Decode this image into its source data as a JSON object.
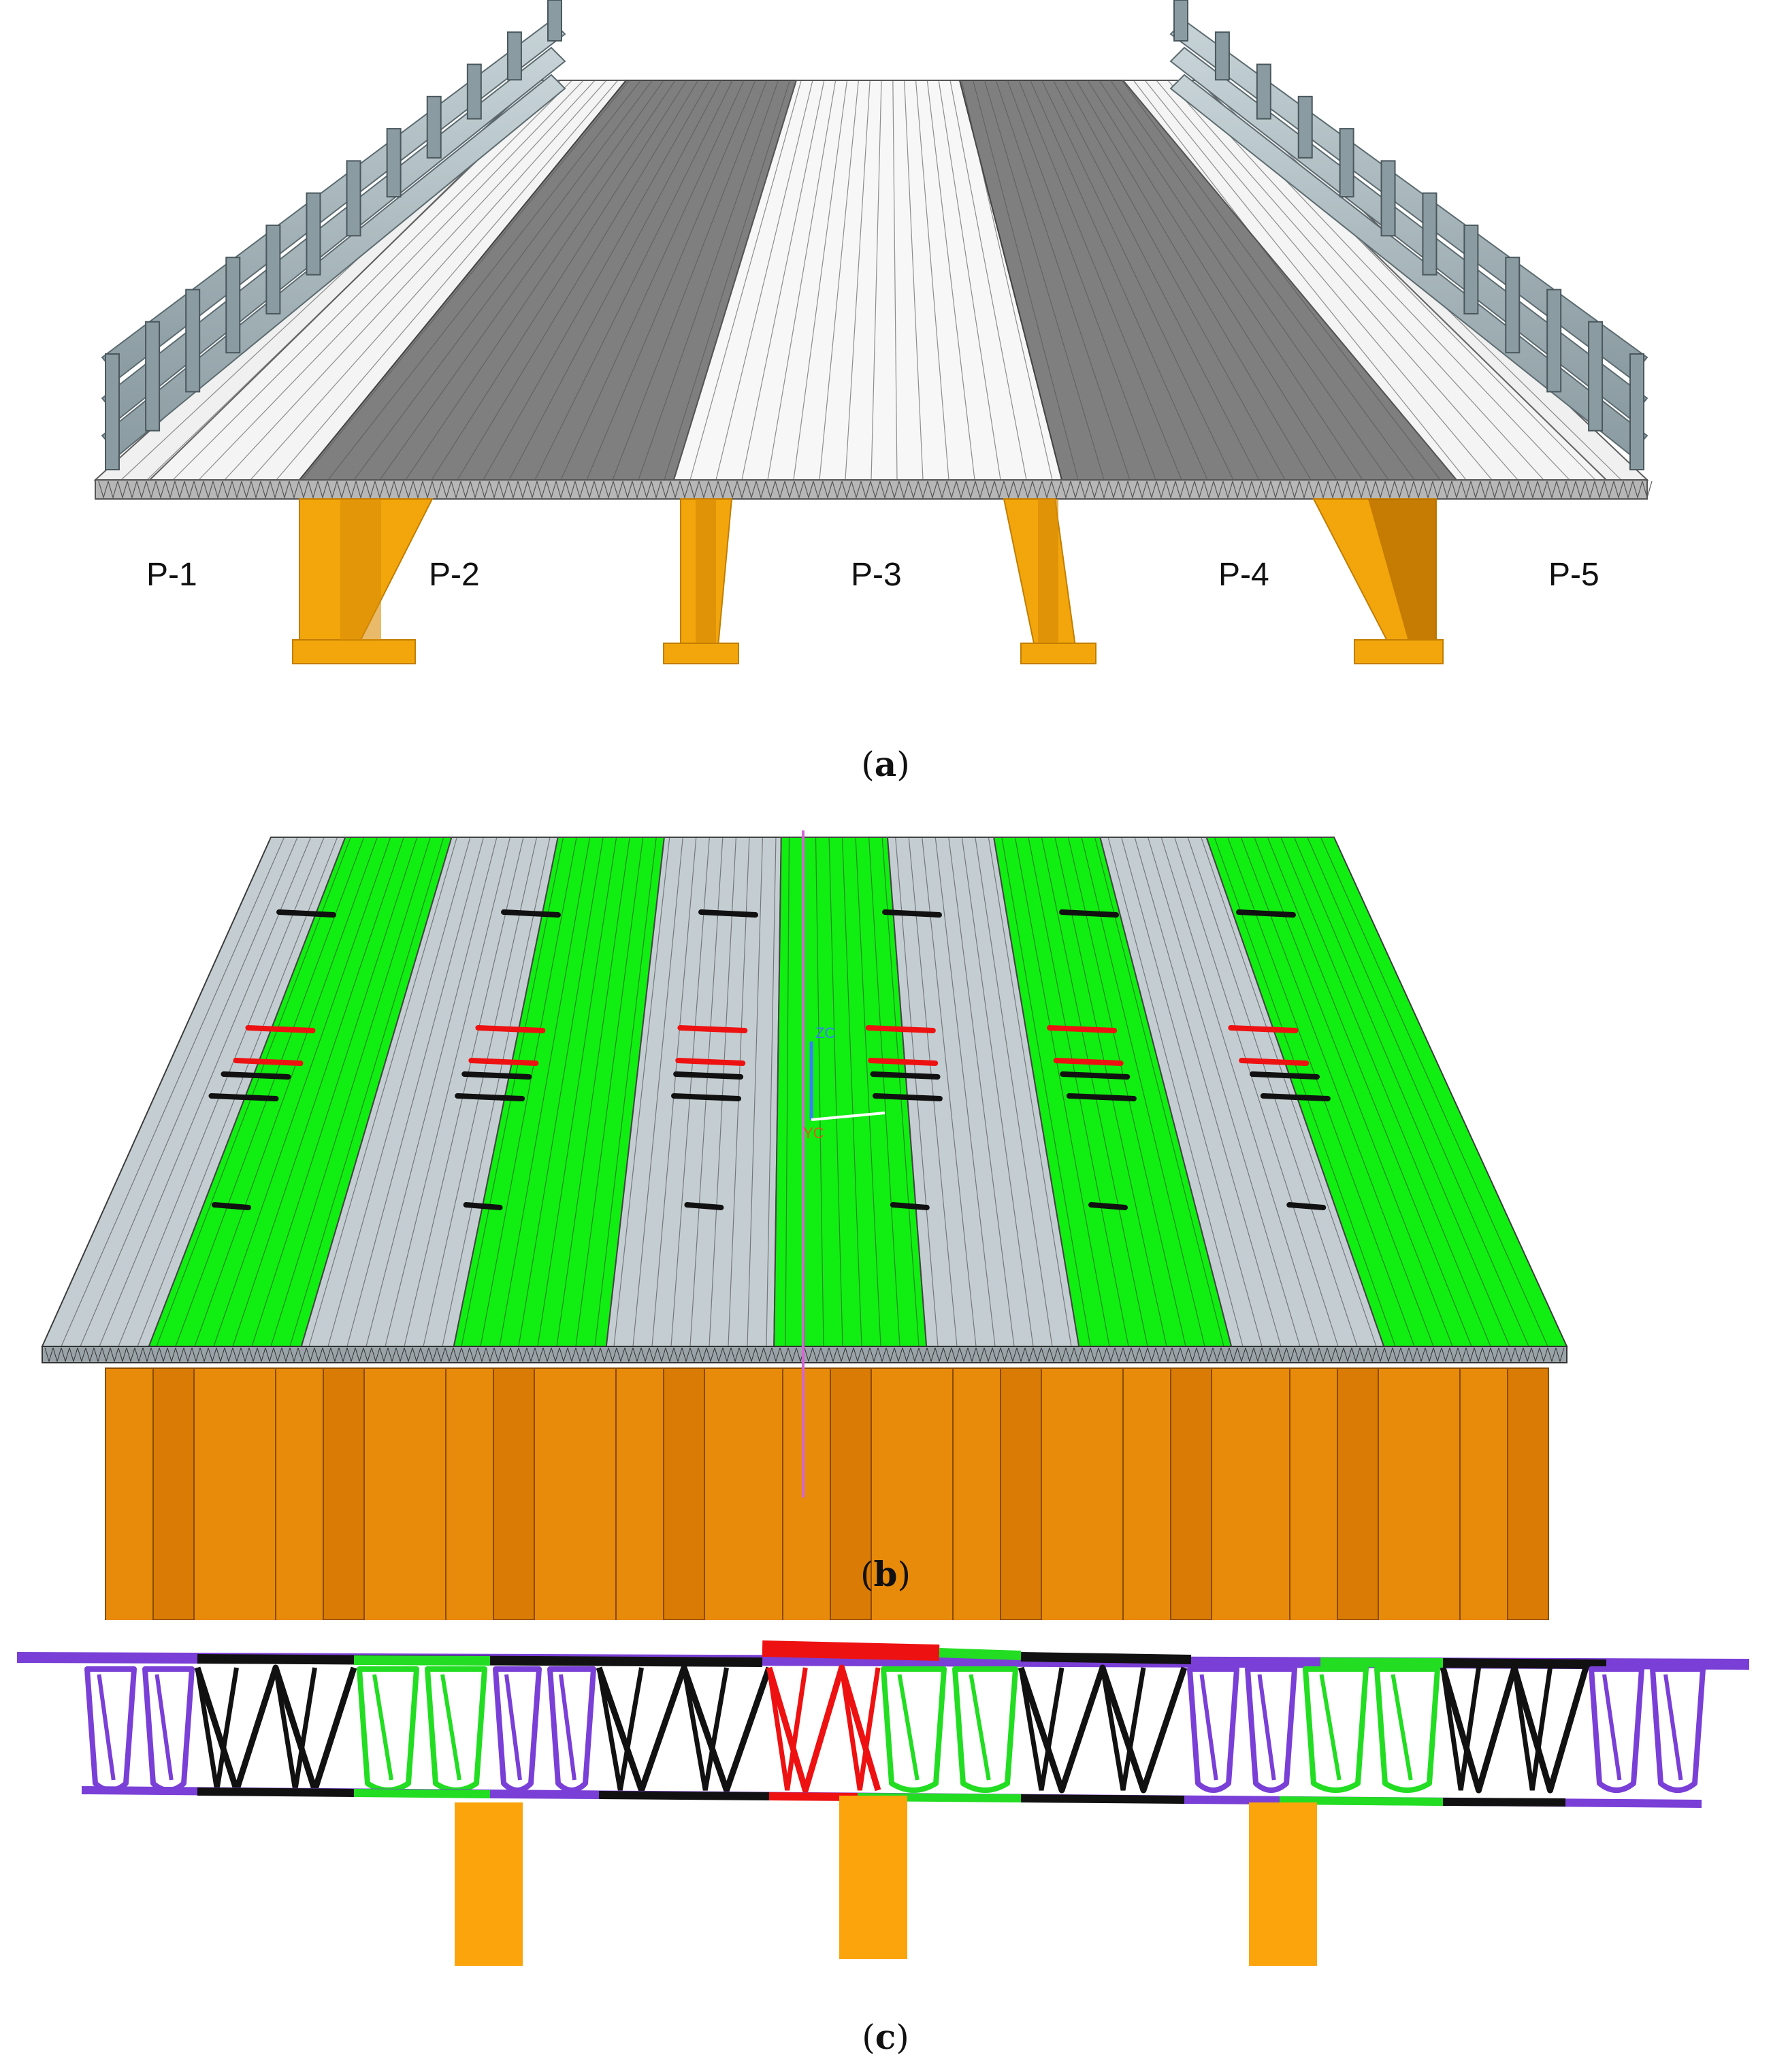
{
  "panel_a": {
    "panel_labels": [
      "P-1",
      "P-2",
      "P-3",
      "P-4",
      "P-5"
    ],
    "caption_open": "(",
    "caption_letter": "a",
    "caption_close": ")"
  },
  "panel_b": {
    "axis_labels": [
      "ZC",
      "YC"
    ],
    "caption_open": "(",
    "caption_letter": "b",
    "caption_close": ")"
  },
  "panel_c": {
    "caption_open": "(",
    "caption_letter": "c",
    "caption_close": ")"
  },
  "colors": {
    "deck_white": "#f4f4f4",
    "deck_gray": "#8c8c8c",
    "girder_yellow": "#f2a60c",
    "girder_orange": "#e88a0a",
    "rail": "#a9b8bd",
    "panel_green": "#11ee11",
    "panel_silver": "#c4ced2",
    "cell_purple": "#7a3fd6",
    "cell_black": "#111111",
    "cell_green": "#22dd22",
    "cell_red": "#ee1111",
    "column_orange": "#fba40c"
  }
}
